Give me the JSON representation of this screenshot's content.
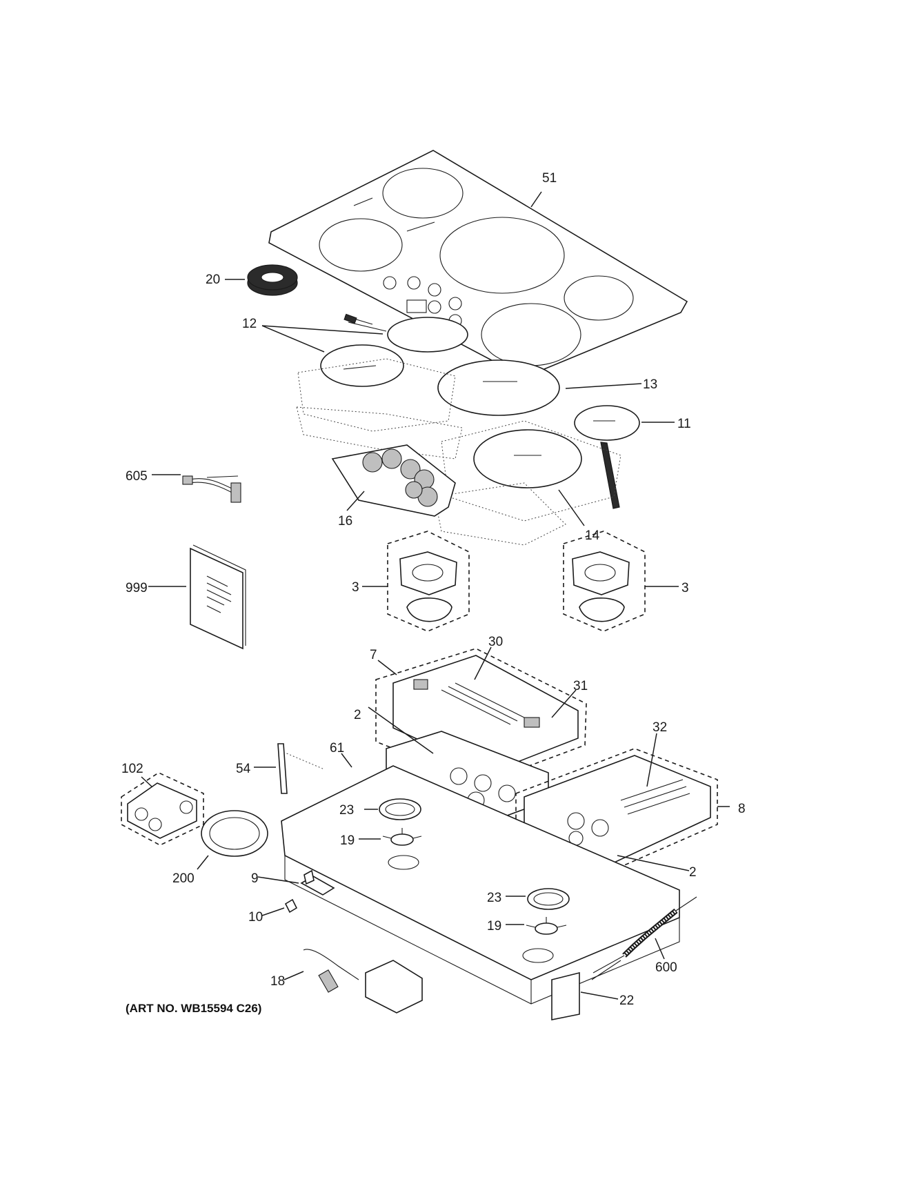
{
  "diagram": {
    "art_number": "(ART NO. WB15594 C26)",
    "callouts": {
      "glass_top": "51",
      "gasket_tape": "20",
      "coil_small_pair": "12",
      "coil_large_center": "13",
      "coil_small_right": "11",
      "coil_medium": "14",
      "control_board": "16",
      "harness": "605",
      "literature": "999",
      "fan_left": "3",
      "fan_right": "3",
      "inverter_box_left": "7",
      "inverter_box_right": "8",
      "board_30": "30",
      "board_31": "31",
      "board_32": "32",
      "inverter_tray_left": "2",
      "inverter_tray_right": "2",
      "chassis": "61",
      "bracket_54": "54",
      "bracket_102": "102",
      "duct_left": "23",
      "duct_right": "23",
      "support_left": "19",
      "support_right": "19",
      "duct_ring": "200",
      "clip_9": "9",
      "clip_10": "10",
      "conduit": "600",
      "module_18": "18",
      "label_22": "22"
    }
  }
}
